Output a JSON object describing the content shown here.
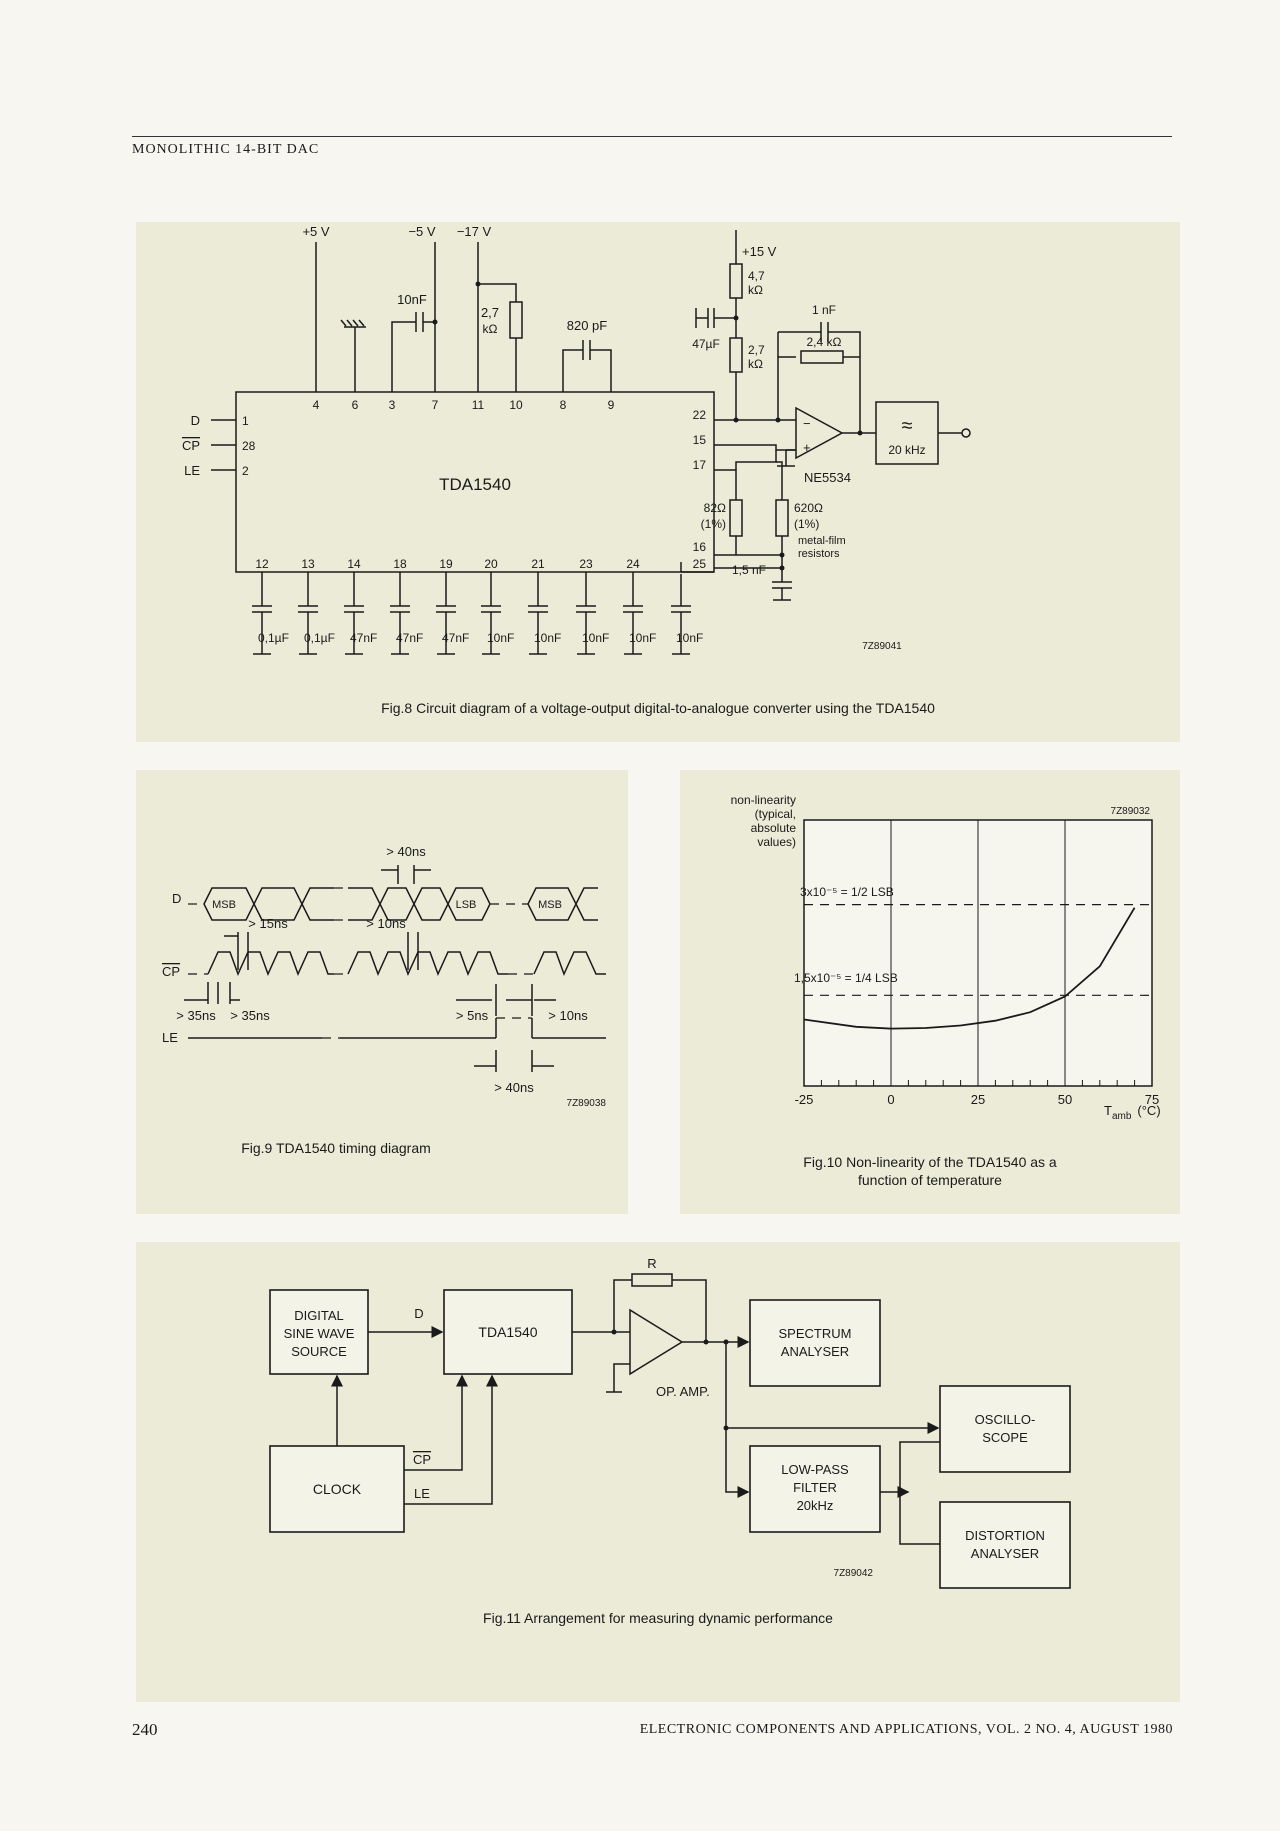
{
  "header": {
    "running_head": "MONOLITHIC 14-BIT DAC"
  },
  "fig8": {
    "caption": "Fig.8 Circuit diagram of a voltage-output digital-to-analogue converter using the TDA1540",
    "chip": "TDA1540",
    "code": "7Z89041",
    "supplies": {
      "p5": "+5 V",
      "m5": "−5 V",
      "m17": "−17 V",
      "p15": "+15 V"
    },
    "inputs": [
      "D",
      "CP",
      "LE"
    ],
    "left_pins": [
      "1",
      "28",
      "2"
    ],
    "top_pins": [
      "4",
      "6",
      "3",
      "7",
      "11",
      "10",
      "8",
      "9"
    ],
    "right_pins": [
      "22",
      "15",
      "17",
      "16",
      "25"
    ],
    "bottom_pins": [
      "12",
      "13",
      "14",
      "18",
      "19",
      "20",
      "21",
      "23",
      "24"
    ],
    "bottom_caps": [
      "0,1µF",
      "0,1µF",
      "47nF",
      "47nF",
      "47nF",
      "10nF",
      "10nF",
      "10nF",
      "10nF",
      "10nF"
    ],
    "c_top1": "10nF",
    "r_top": "2,7",
    "r_top_unit": "kΩ",
    "c_top2": "820 pF",
    "r47": "4,7",
    "r47_unit": "kΩ",
    "c47": "47µF",
    "r27": "2,7",
    "r27_unit": "kΩ",
    "c_fb": "1 nF",
    "r_fb": "2,4 kΩ",
    "opamp": "NE5534",
    "r82": "82Ω",
    "r82_tol": "(1%)",
    "r620": "620Ω",
    "r620_tol": "(1%)",
    "metal_film": "metal-film",
    "resistors": "resistors",
    "c15": "1,5 nF",
    "filter_freq": "20 kHz",
    "filter_symbol": "≈"
  },
  "fig9": {
    "caption": "Fig.9 TDA1540 timing diagram",
    "code": "7Z89038",
    "signals": [
      "D",
      "CP",
      "LE"
    ],
    "msb": "MSB",
    "lsb": "LSB",
    "t40a": "> 40ns",
    "t15": "> 15ns",
    "t10a": "> 10ns",
    "t35a": "> 35ns",
    "t35b": "> 35ns",
    "t5": "> 5ns",
    "t10b": "> 10ns",
    "t40b": "> 40ns"
  },
  "fig10": {
    "caption_line1": "Fig.10 Non-linearity of the TDA1540 as a",
    "caption_line2": "function of temperature",
    "code": "7Z89032",
    "chart_data": {
      "type": "line",
      "ylabel_lines": [
        "non-linearity",
        "(typical,",
        "absolute",
        "values)"
      ],
      "xlabel": "T",
      "xlabel_sub": "amb",
      "xlabel_unit": "(°C)",
      "xlim": [
        -25,
        75
      ],
      "ylim": [
        0,
        4.4e-05
      ],
      "x_ticks": [
        "-25",
        "0",
        "25",
        "50",
        "75"
      ],
      "reference_lines": [
        {
          "value": 3e-05,
          "label": "3x10⁻⁵ = 1/2 LSB"
        },
        {
          "value": 1.5e-05,
          "label": "1,5x10⁻⁵ = 1/4 LSB"
        }
      ],
      "series": [
        {
          "x": [
            -25,
            -10,
            0,
            10,
            20,
            30,
            40,
            50,
            60,
            70
          ],
          "y": [
            1.1e-05,
            9.8e-06,
            9.5e-06,
            9.6e-06,
            1e-05,
            1.08e-05,
            1.22e-05,
            1.48e-05,
            1.98e-05,
            2.95e-05
          ]
        }
      ]
    }
  },
  "fig11": {
    "caption": "Fig.11 Arrangement for measuring dynamic performance",
    "code": "7Z89042",
    "source_l1": "DIGITAL",
    "source_l2": "SINE WAVE",
    "source_l3": "SOURCE",
    "dac": "TDA1540",
    "clock": "CLOCK",
    "spec_l1": "SPECTRUM",
    "spec_l2": "ANALYSER",
    "osc_l1": "OSCILLO-",
    "osc_l2": "SCOPE",
    "lpf_l1": "LOW-PASS",
    "lpf_l2": "FILTER",
    "lpf_l3": "20kHz",
    "dist_l1": "DISTORTION",
    "dist_l2": "ANALYSER",
    "opamp": "OP. AMP.",
    "r": "R",
    "sig_d": "D",
    "sig_cp": "CP",
    "sig_le": "LE"
  },
  "footer": {
    "page_number": "240",
    "journal": "ELECTRONIC COMPONENTS AND APPLICATIONS, VOL. 2 NO. 4, AUGUST 1980"
  }
}
